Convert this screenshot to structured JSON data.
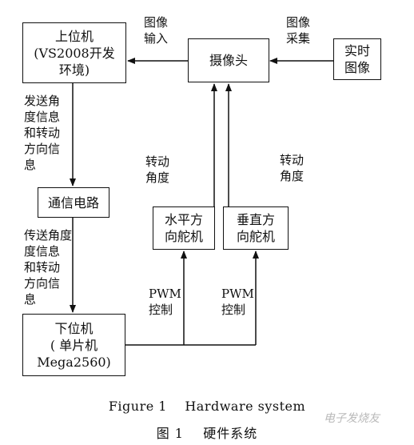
{
  "nodes": {
    "pc": [
      "上位机",
      "(VS2008开发",
      "环境)"
    ],
    "camera": [
      "摄像头"
    ],
    "realtime": [
      "实时",
      "图像"
    ],
    "comm": [
      "通信电路"
    ],
    "hservo": [
      "水平方",
      "向舵机"
    ],
    "vservo": [
      "垂直方",
      "向舵机"
    ],
    "mcu": [
      "下位机",
      "( 单片机",
      "Mega2560)"
    ]
  },
  "edge_labels": {
    "image_input": [
      "图像",
      "输入"
    ],
    "image_capture": [
      "图像",
      "采集"
    ],
    "send_angle": [
      "发送角",
      "度信息",
      "和转动",
      "方向信",
      "息"
    ],
    "transmit_angle": [
      "传送角度",
      "度信息",
      "和转动",
      "方向信",
      "息"
    ],
    "rotation_angle_left": [
      "转动",
      "角度"
    ],
    "rotation_angle_right": [
      "转动",
      "角度"
    ],
    "pwm_left": [
      "PWM",
      "控制"
    ],
    "pwm_right": [
      "PWM",
      "控制"
    ]
  },
  "caption": {
    "english": "Figure 1    Hardware system",
    "chinese": "图 1    硬件系统"
  },
  "watermark": "电子发烧友"
}
